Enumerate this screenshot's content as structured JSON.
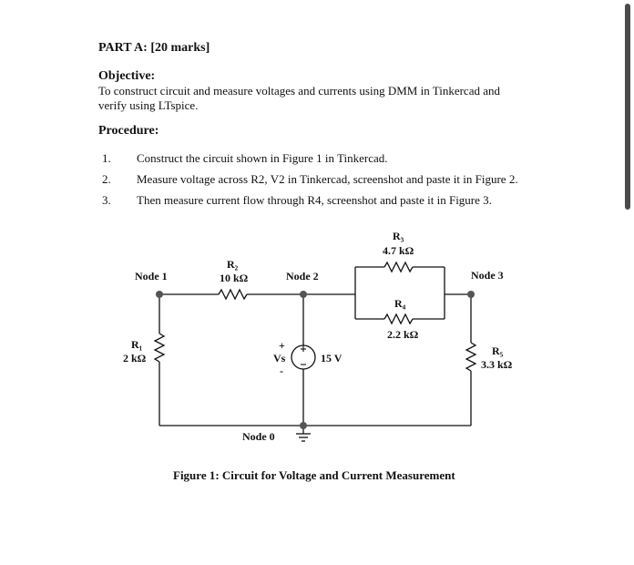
{
  "header": {
    "part_title": "PART A: [20 marks]"
  },
  "objective": {
    "heading": "Objective:",
    "line1": "To construct circuit and measure voltages and currents using DMM in Tinkercad and",
    "line2": "verify using LTspice."
  },
  "procedure": {
    "heading": "Procedure:",
    "steps": [
      {
        "num": "1.",
        "text": "Construct the circuit shown in Figure 1 in Tinkercad."
      },
      {
        "num": "2.",
        "text": "Measure voltage across R2, V2 in Tinkercad, screenshot and paste it in Figure 2."
      },
      {
        "num": "3.",
        "text": "Then measure current flow through R4, screenshot and paste it in Figure 3."
      }
    ]
  },
  "circuit": {
    "nodes": [
      "Node 1",
      "Node 2",
      "Node 3",
      "Node 0"
    ],
    "r1": {
      "name": "R₁",
      "value": "2 kΩ"
    },
    "r2": {
      "name": "R₂",
      "value": "10 kΩ"
    },
    "r3": {
      "name": "R₃",
      "value": "4.7 kΩ"
    },
    "r4": {
      "name": "R₄",
      "value": "2.2 kΩ"
    },
    "r5": {
      "name": "R₅",
      "value": "3.3 kΩ"
    },
    "source": {
      "name": "Vs",
      "value": "15 V",
      "plus": "+",
      "minus": "-"
    },
    "caption": "Figure 1: Circuit for Voltage and Current Measurement"
  },
  "colors": {
    "text": "#111111",
    "node_dot": "#555555",
    "background": "#ffffff"
  }
}
